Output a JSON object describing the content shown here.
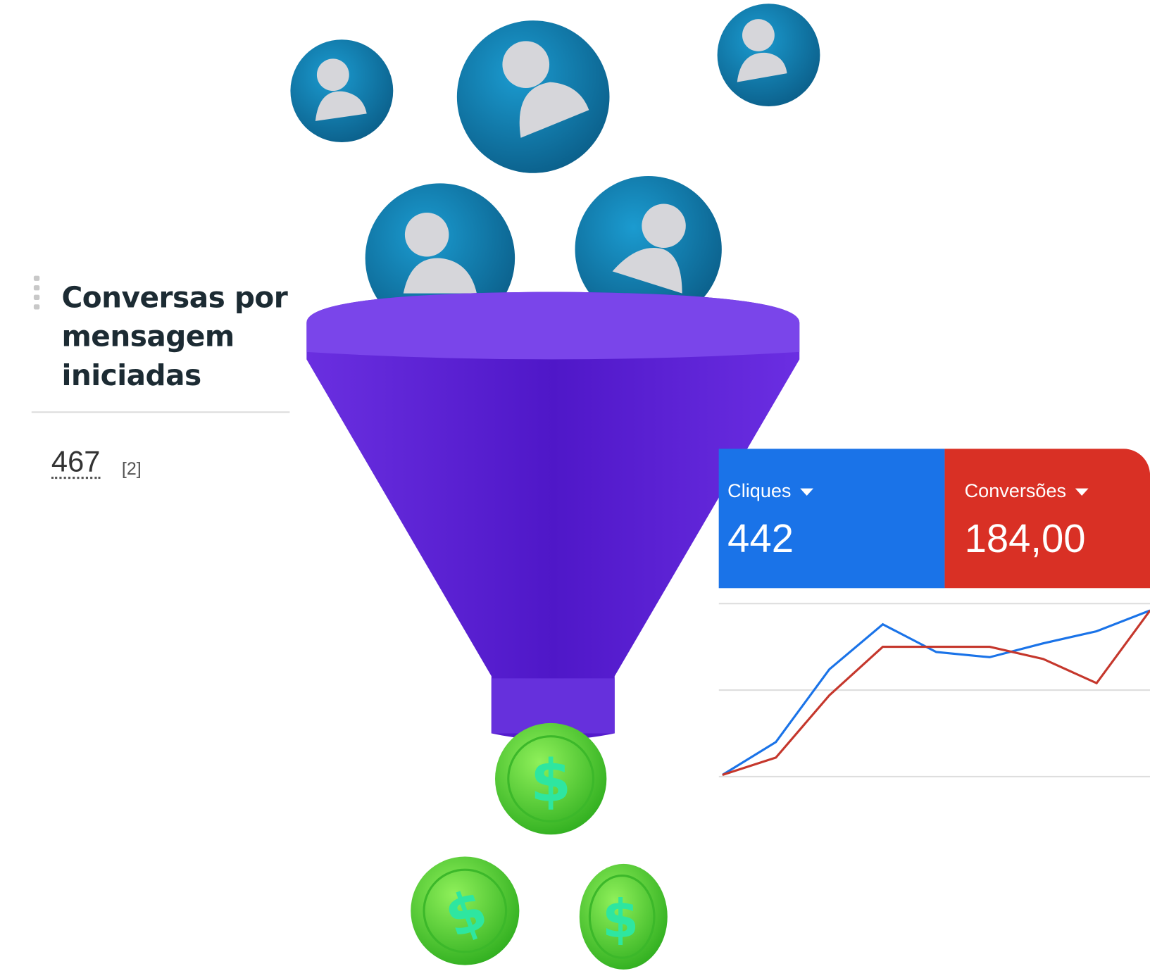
{
  "card": {
    "title_lines": [
      "Conversas por",
      "mensagem",
      "iniciadas"
    ],
    "value": "467",
    "footnote": "[2]"
  },
  "metrics": [
    {
      "label": "Cliques",
      "value": "442",
      "color": "#1a73e8"
    },
    {
      "label": "Conversões",
      "value": "184,00",
      "color": "#d93025"
    }
  ],
  "chart_data": {
    "type": "line",
    "x": [
      1,
      2,
      3,
      4,
      5,
      6,
      7,
      8,
      9
    ],
    "ylim": [
      0,
      100
    ],
    "grid": true,
    "series": [
      {
        "name": "Cliques",
        "color": "#1a73e8",
        "values": [
          1,
          20,
          62,
          88,
          72,
          69,
          77,
          84,
          96
        ]
      },
      {
        "name": "Conversões",
        "color": "#c5372c",
        "values": [
          1,
          11,
          47,
          75,
          75,
          75,
          68,
          54,
          96
        ]
      }
    ]
  },
  "illustration": {
    "funnel_color": "#5a1fd0",
    "user_bubble_color": "#0f79a8",
    "coin_color": "#5fd63a"
  }
}
